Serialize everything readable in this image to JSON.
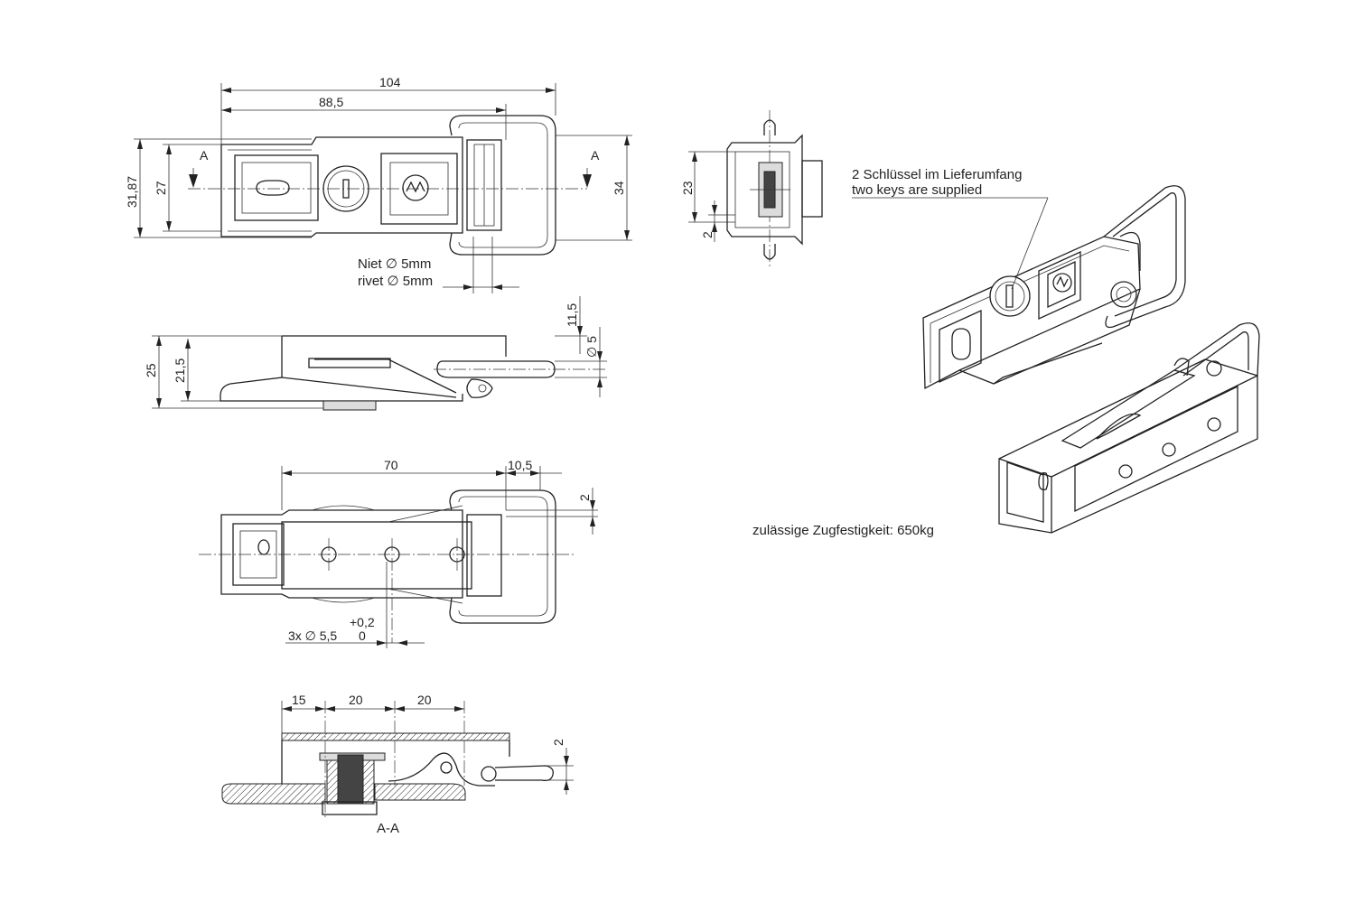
{
  "top_view": {
    "dim_overall_length": "104",
    "dim_pivot_length": "88,5",
    "dim_total_width": "31,87",
    "dim_base_width": "27",
    "dim_bail_width": "34",
    "section_marker_left": "A",
    "section_marker_right": "A",
    "rivet_note_de": "Niet ∅ 5mm",
    "rivet_note_en": "rivet ∅ 5mm"
  },
  "end_view": {
    "dim_height": "23",
    "dim_offset": "2"
  },
  "side_view": {
    "dim_total_height": "25",
    "dim_body_height": "21,5",
    "dim_hook_height": "11,5",
    "dim_hook_diameter": "∅ 5"
  },
  "bottom_view": {
    "dim_hole_span": "70",
    "dim_hole_edge": "10,5",
    "dim_offset": "2",
    "hole_tolerance_upper": "+0,2",
    "hole_callout": "3x ∅ 5,5",
    "hole_tolerance_lower": "0"
  },
  "section_view": {
    "dim_first_spacing": "15",
    "dim_second_spacing": "20",
    "dim_third_spacing": "20",
    "dim_offset": "2",
    "label": "A-A"
  },
  "notes": {
    "keys_de": "2 Schlüssel im Lieferumfang",
    "keys_en": "two keys are supplied",
    "tensile_strength": "zulässige Zugfestigkeit: 650kg"
  }
}
